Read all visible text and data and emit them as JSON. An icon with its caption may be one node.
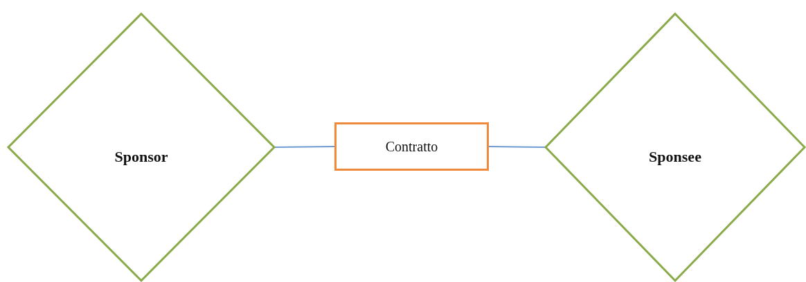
{
  "diagram": {
    "nodes": [
      {
        "text": [
          "Sponsor"
        ]
      },
      {
        "text": [
          "Contratto"
        ]
      },
      {
        "text": [
          "Sponsee"
        ]
      }
    ],
    "edges": [
      {
        "from": 0,
        "to": 1,
        "arrow": "none"
      },
      {
        "from": 1,
        "to": 2,
        "arrow": "none"
      }
    ]
  }
}
